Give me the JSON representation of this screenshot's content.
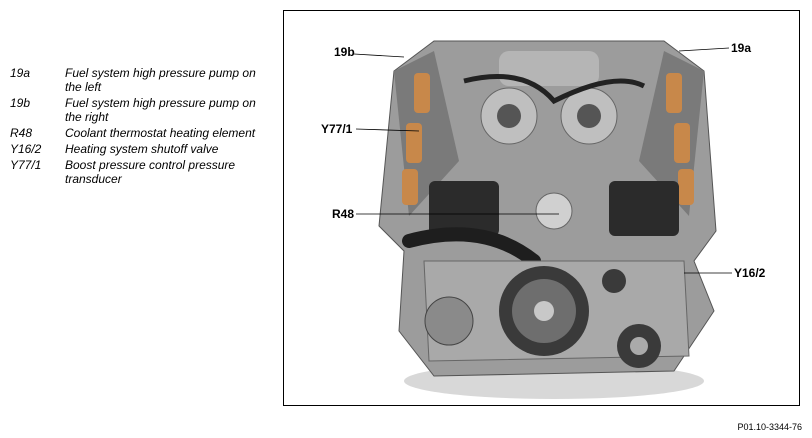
{
  "legend": [
    {
      "code": "19a",
      "description": "Fuel system high pressure pump on the left"
    },
    {
      "code": "19b",
      "description": "Fuel system high pressure pump on the right"
    },
    {
      "code": "R48",
      "description": "Coolant thermostat heating element"
    },
    {
      "code": "Y16/2",
      "description": "Heating system shutoff valve"
    },
    {
      "code": "Y77/1",
      "description": "Boost pressure control pressure transducer"
    }
  ],
  "callouts": {
    "c19b": "19b",
    "c19a": "19a",
    "cY77": "Y77/1",
    "cR48": "R48",
    "cY16": "Y16/2"
  },
  "figure_ref": "P01.10-3344-76"
}
